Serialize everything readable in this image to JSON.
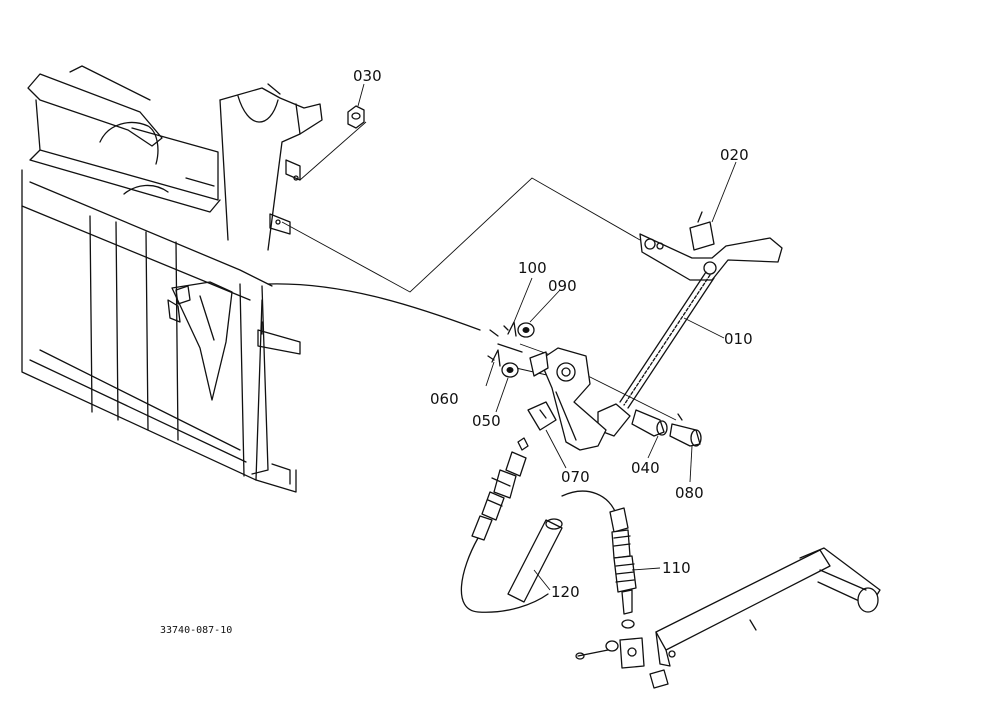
{
  "diagram": {
    "drawing_number": "33740-087-10",
    "parts": [
      {
        "id": "010",
        "label": "010"
      },
      {
        "id": "020",
        "label": "020"
      },
      {
        "id": "030",
        "label": "030"
      },
      {
        "id": "040",
        "label": "040"
      },
      {
        "id": "050",
        "label": "050"
      },
      {
        "id": "060",
        "label": "060"
      },
      {
        "id": "070",
        "label": "070"
      },
      {
        "id": "080",
        "label": "080"
      },
      {
        "id": "090",
        "label": "090"
      },
      {
        "id": "100",
        "label": "100"
      },
      {
        "id": "110",
        "label": "110"
      },
      {
        "id": "120",
        "label": "120"
      }
    ]
  }
}
